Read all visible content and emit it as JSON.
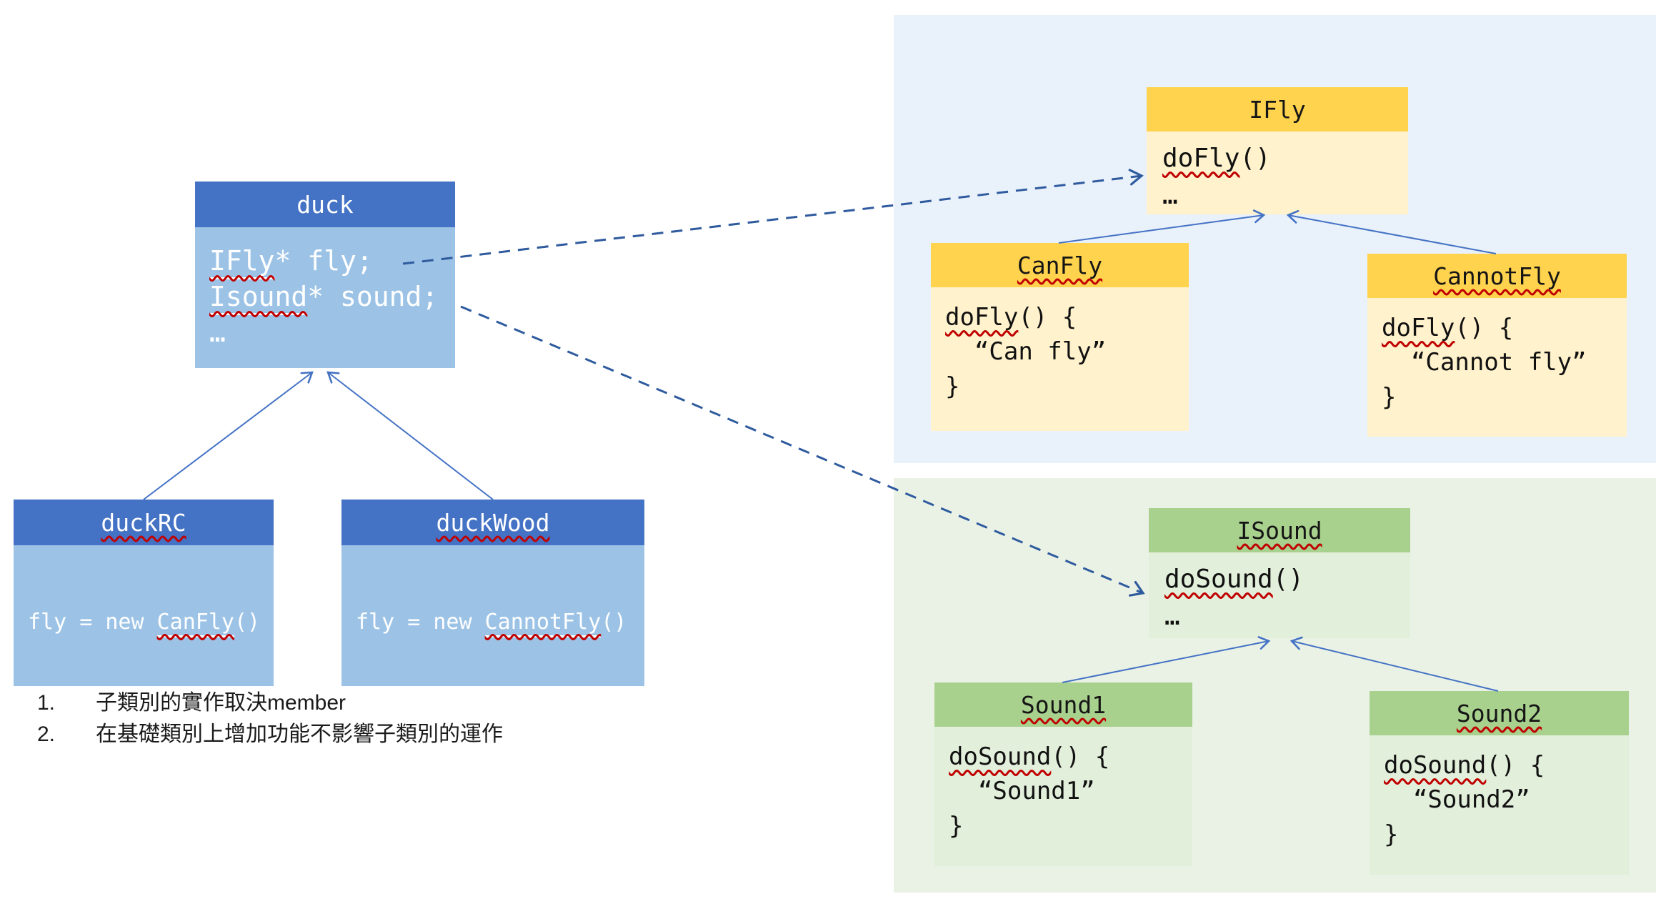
{
  "colors": {
    "blue_header": "#4472C4",
    "blue_body": "#9CC3E6",
    "yellow_header": "#FFD34D",
    "yellow_body": "#FFF2CC",
    "green_header": "#A9D18E",
    "green_body": "#E2EFDA",
    "panel_fly_bg": "#E9F1FB",
    "panel_sound_bg": "#EAF2E6",
    "arrow_solid": "#4472C4",
    "arrow_dashed": "#2F5B9E",
    "squiggle": "#C00000"
  },
  "classes": {
    "duck": {
      "title": "duck",
      "l1_u": "IFly",
      "l1_rest": "* fly;",
      "l2_u": "Isound",
      "l2_rest": "* sound;",
      "l3": "…"
    },
    "duckRC": {
      "title": "duckRC",
      "l1_pre": "fly = new ",
      "l1_u": "CanFly",
      "l1_post": "()"
    },
    "duckWood": {
      "title": "duckWood",
      "l1_pre": "fly = new ",
      "l1_u": "CannotFly",
      "l1_post": "()"
    },
    "IFly": {
      "title": "IFly",
      "l1_fn": "doFly",
      "l1_rest": "()",
      "l2": "…"
    },
    "CanFly": {
      "title": "CanFly",
      "l1_fn": "doFly",
      "l1_rest": "() {",
      "l2": "  “Can fly”",
      "l3": "}"
    },
    "CannotFly": {
      "title": "CannotFly",
      "l1_fn": "doFly",
      "l1_rest": "() {",
      "l2": "  “Cannot fly”",
      "l3": "}"
    },
    "ISound": {
      "title": "ISound",
      "l1_fn": "doSound",
      "l1_rest": "()",
      "l2": "…"
    },
    "Sound1": {
      "title": "Sound1",
      "l1_fn": "doSound",
      "l1_rest": "() {",
      "l2": "  “Sound1”",
      "l3": "}"
    },
    "Sound2": {
      "title": "Sound2",
      "l1_fn": "doSound",
      "l1_rest": "() {",
      "l2": "  “Sound2”",
      "l3": "}"
    }
  },
  "notes": {
    "items": [
      {
        "num": "1.",
        "text": "子類別的實作取決member"
      },
      {
        "num": "2.",
        "text": "在基礎類別上增加功能不影響子類別的運作"
      }
    ]
  }
}
